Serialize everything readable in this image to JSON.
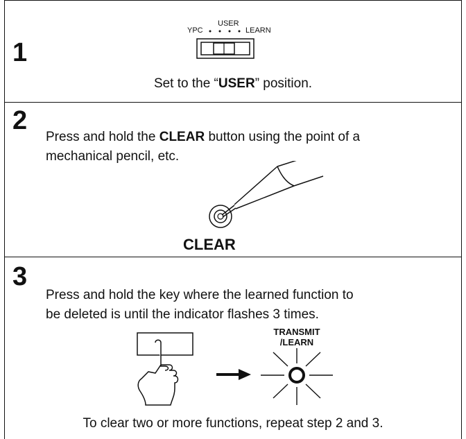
{
  "steps": [
    {
      "number": "1",
      "switch_labels": {
        "left": "YPC",
        "middle": "USER",
        "right": "LEARN"
      },
      "caption_before": "Set to the “",
      "caption_bold": "USER",
      "caption_after": "” position."
    },
    {
      "number": "2",
      "text_before": "Press and hold the ",
      "text_bold": "CLEAR",
      "text_line1_after": " button using the point of a",
      "text_line2": "mechanical pencil, etc.",
      "button_label": "CLEAR"
    },
    {
      "number": "3",
      "text_line1": "Press and hold the key where the learned function to",
      "text_line2": "be deleted is until the indicator flashes 3 times.",
      "indicator_label_line1": "TRANSMIT",
      "indicator_label_line2": "/LEARN",
      "footer": "To clear two or more functions, repeat step 2 and 3."
    }
  ]
}
